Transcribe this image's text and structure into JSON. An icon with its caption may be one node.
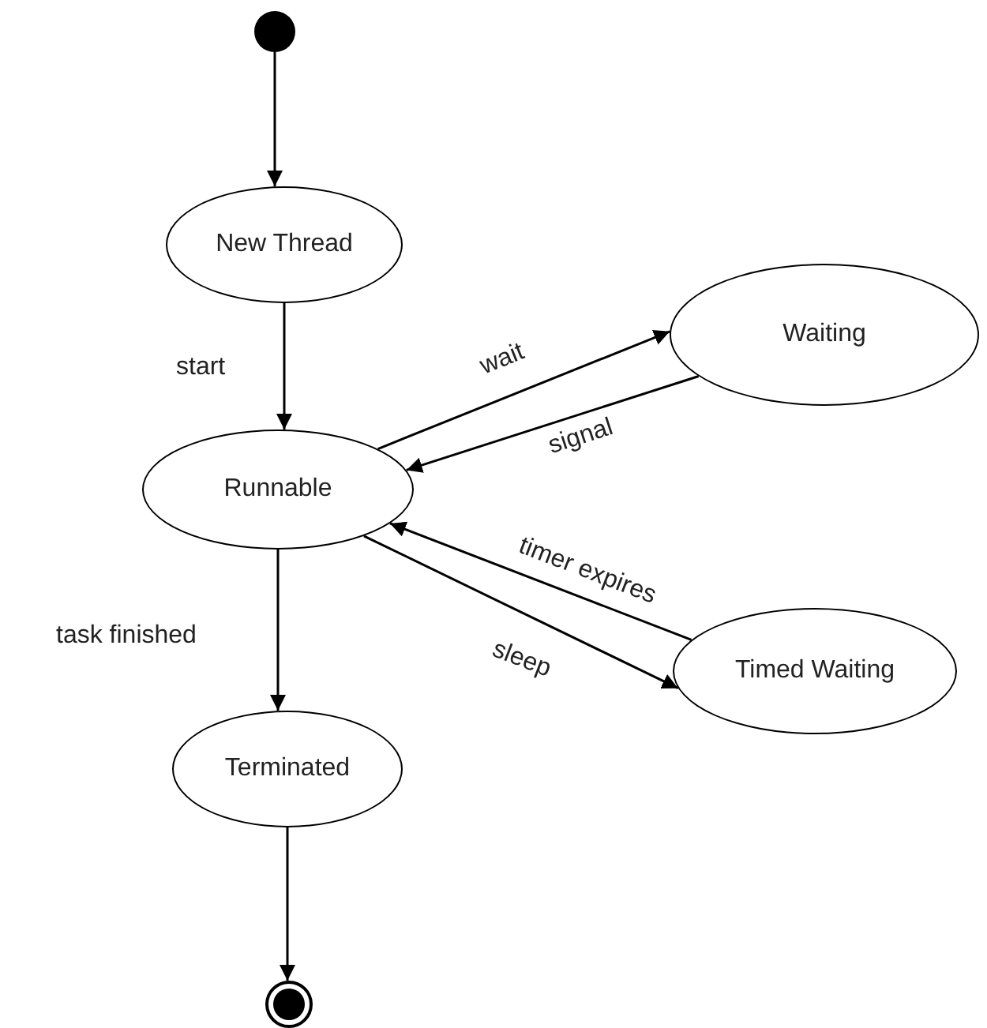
{
  "diagram": {
    "nodes": [
      {
        "text": [],
        "shape": "circle"
      },
      {
        "text": [
          "New Thread"
        ]
      },
      {
        "text": [
          "Runnable"
        ]
      },
      {
        "text": [
          "Waiting"
        ]
      },
      {
        "text": [
          "Timed Waiting"
        ]
      },
      {
        "text": [
          "Terminated"
        ]
      },
      {
        "text": [],
        "shape": "bullseye"
      }
    ],
    "edges": [
      {
        "from": 0,
        "to": 1,
        "arrow": "to"
      },
      {
        "from": 1,
        "to": 2,
        "arrow": "to",
        "label": "start"
      },
      {
        "from": 2,
        "to": 3,
        "arrow": "to",
        "label": "wait"
      },
      {
        "from": 3,
        "to": 2,
        "arrow": "to",
        "label": "signal"
      },
      {
        "from": 4,
        "to": 2,
        "arrow": "to",
        "label": "timer expires"
      },
      {
        "from": 2,
        "to": 4,
        "arrow": "to",
        "label": "sleep"
      },
      {
        "from": 2,
        "to": 5,
        "arrow": "to",
        "label": "task finished"
      },
      {
        "from": 5,
        "to": 6,
        "arrow": "to"
      }
    ]
  }
}
